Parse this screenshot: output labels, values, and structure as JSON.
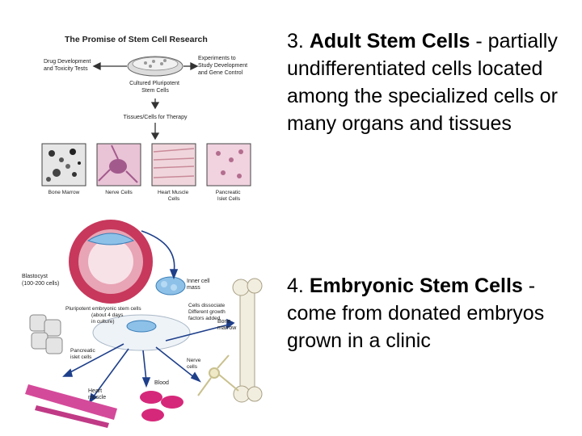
{
  "slide": {
    "item3": {
      "number": "3.",
      "title": "Adult Stem Cells",
      "body": " - partially undifferentiated cells located among the specialized cells or many organs and tissues"
    },
    "item4": {
      "number": "4.",
      "title": "Embryonic Stem Cells",
      "body": " - come from donated embryos grown in a clinic"
    }
  },
  "figure_top": {
    "title": "The Promise of Stem Cell Research",
    "left_label": [
      "Drug Development",
      "and Toxicity Tests"
    ],
    "right_label": [
      "Experiments to",
      "Study Development",
      "and Gene Control"
    ],
    "center_label": [
      "Cultured Pluripotent",
      "Stem Cells"
    ],
    "therapy_label": "Tissues/Cells for Therapy",
    "tiles": [
      {
        "label": [
          "Bone Marrow"
        ]
      },
      {
        "label": [
          "Nerve Cells"
        ]
      },
      {
        "label": [
          "Heart Muscle",
          "Cells"
        ]
      },
      {
        "label": [
          "Pancreatic",
          "Islet Cells"
        ]
      }
    ]
  },
  "figure_bottom": {
    "blastocyst": [
      "Blastocyst",
      "(100-200 cells)"
    ],
    "inner_mass": [
      "Inner cell",
      "mass"
    ],
    "pluripotent": [
      "Pluripotent embryonic stem cells",
      "(about 4 days",
      "in culture)"
    ],
    "dissociate": [
      "Cells dissociate",
      "Different growth",
      "factors added"
    ],
    "bone_marrow": [
      "Bone",
      "marrow"
    ],
    "pancreatic": [
      "Pancreatic",
      "islet cells"
    ],
    "nerve": [
      "Nerve",
      "cells"
    ],
    "blood": "Blood",
    "heart": [
      "Heart",
      "muscle"
    ]
  }
}
